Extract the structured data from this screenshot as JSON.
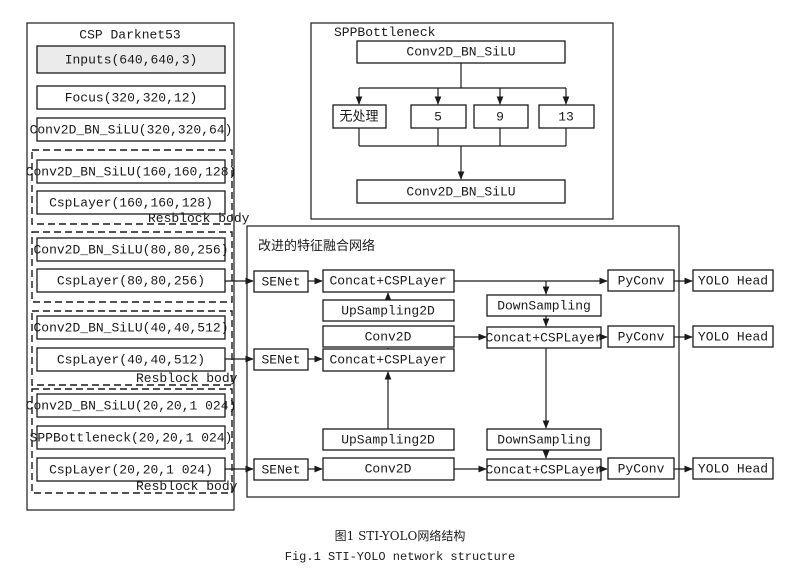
{
  "backbone": {
    "title": "CSP Darknet53",
    "inputs": "Inputs(640,640,3)",
    "focus": "Focus(320,320,12)",
    "conv_stem": "Conv2D_BN_SiLU(320,320,64)",
    "block1_conv": "Conv2D_BN_SiLU(160,160,128)",
    "block1_csp": "CspLayer(160,160,128)",
    "block1_label": "Resblock body",
    "block2_conv": "Conv2D_BN_SiLU(80,80,256)",
    "block2_csp": "CspLayer(80,80,256)",
    "block3_conv": "Conv2D_BN_SiLU(40,40,512)",
    "block3_csp": "CspLayer(40,40,512)",
    "block3_label": "Resblock body",
    "block4_conv": "Conv2D_BN_SiLU(20,20,1 024)",
    "block4_spp": "SPPBottleneck(20,20,1 024)",
    "block4_csp": "CspLayer(20,20,1 024)",
    "block4_label": "Resblock body"
  },
  "spp": {
    "title": "SPPBottleneck",
    "top_conv": "Conv2D_BN_SiLU",
    "branch_none": "无处理",
    "branch_5": "5",
    "branch_9": "9",
    "branch_13": "13",
    "bottom_conv": "Conv2D_BN_SiLU"
  },
  "neck": {
    "title": "改进的特征融合网络",
    "senet1": "SENet",
    "senet2": "SENet",
    "senet3": "SENet",
    "concat_top": "Concat+CSPLayer",
    "upsampling_top": "UpSampling2D",
    "conv2d_mid": "Conv2D",
    "concat_mid": "Concat+CSPLayer",
    "upsampling_low": "UpSampling2D",
    "conv2d_low": "Conv2D",
    "downsampling_top": "DownSampling",
    "concat_right_mid": "Concat+CSPLayer",
    "downsampling_low": "DownSampling",
    "concat_right_low": "Concat+CSPLayer",
    "pyconv1": "PyConv",
    "pyconv2": "PyConv",
    "pyconv3": "PyConv",
    "head1": "YOLO Head",
    "head2": "YOLO Head",
    "head3": "YOLO Head"
  },
  "caption": {
    "cn": "图1  STI-YOLO网络结构",
    "en": "Fig.1  STI-YOLO network structure"
  }
}
